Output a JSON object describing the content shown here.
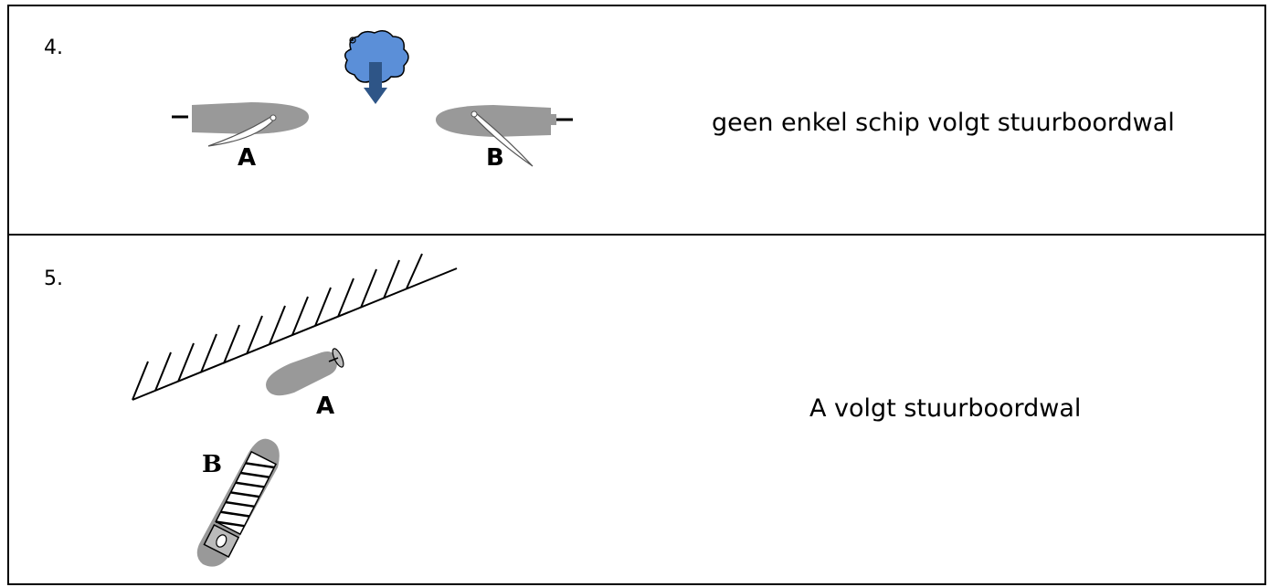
{
  "rows": [
    {
      "number": "4.",
      "caption": "geen enkel schip volgt stuurboordwal",
      "labels": {
        "left": "A",
        "right": "B"
      },
      "icons": [
        "sailboat-icon",
        "wind-cloud-icon",
        "sailboat-icon"
      ]
    },
    {
      "number": "5.",
      "caption": "A volgt stuurboordwal",
      "labels": {
        "a": "A",
        "b": "B"
      },
      "icons": [
        "embankment-icon",
        "motorboat-icon",
        "barge-icon"
      ]
    }
  ],
  "colors": {
    "hull": "#999999",
    "cloud": "#5b8fd8",
    "arrow": "#2e5587",
    "line": "#000000"
  }
}
